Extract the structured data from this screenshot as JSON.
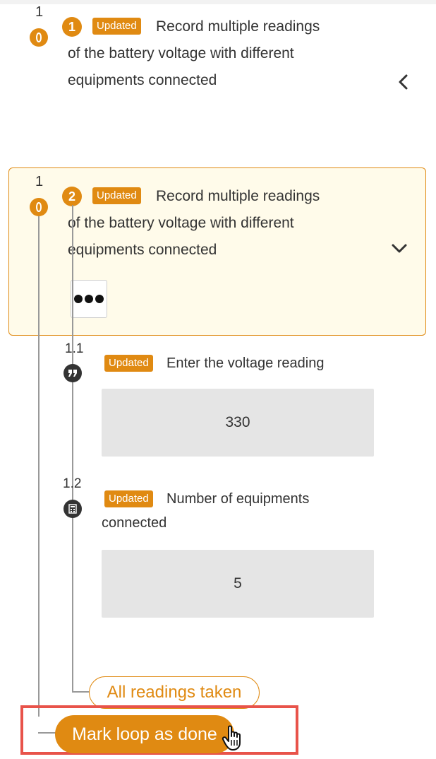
{
  "steps": [
    {
      "index": "1",
      "number": "1",
      "badge": "Updated",
      "title_line1": "Record multiple readings",
      "title_line2": "of the battery voltage with different",
      "title_line3": "equipments connected"
    },
    {
      "index": "1",
      "number": "2",
      "badge": "Updated",
      "title_line1": "Record multiple readings",
      "title_line2": "of the battery voltage with different",
      "title_line3": "equipments connected"
    }
  ],
  "questions": [
    {
      "index": "1.1",
      "badge": "Updated",
      "label_line1": "Enter the voltage reading",
      "value": "330",
      "icon": "quote-icon"
    },
    {
      "index": "1.2",
      "badge": "Updated",
      "label_line1": "Number of equipments",
      "label_line2": "connected",
      "value": "5",
      "icon": "calculator-icon"
    }
  ],
  "actions": {
    "all_readings_label": "All readings taken",
    "mark_loop_label": "Mark loop as done"
  },
  "colors": {
    "accent": "#e08a12",
    "panel_bg": "#fffbea",
    "highlight": "#e8534a",
    "value_bg": "#e5e5e5"
  }
}
